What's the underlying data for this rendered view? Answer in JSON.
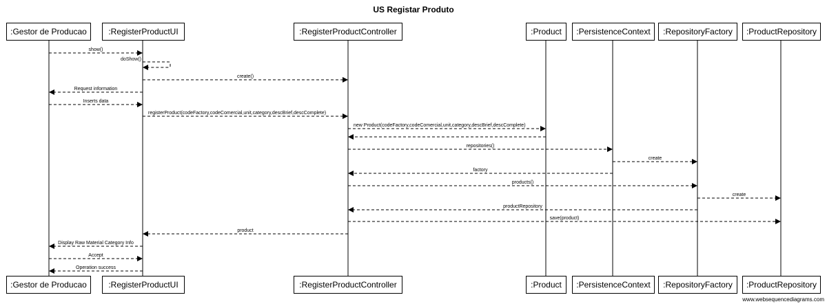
{
  "title": "US Registar Produto",
  "footer": "www.websequencediagrams.com",
  "participants": [
    {
      "id": "gestor",
      "label": ":Gestor de Producao"
    },
    {
      "id": "ui",
      "label": ":RegisterProductUI"
    },
    {
      "id": "controller",
      "label": ":RegisterProductController"
    },
    {
      "id": "product",
      "label": ":Product"
    },
    {
      "id": "persistence",
      "label": ":PersistenceContext"
    },
    {
      "id": "factory",
      "label": ":RepositoryFactory"
    },
    {
      "id": "repository",
      "label": ":ProductRepository"
    }
  ],
  "messages": [
    {
      "from": "gestor",
      "to": "ui",
      "label": "show()",
      "style": "dashed"
    },
    {
      "from": "ui",
      "to": "ui",
      "label": "doShow()",
      "style": "dashed",
      "self": true
    },
    {
      "from": "ui",
      "to": "controller",
      "label": "create()",
      "style": "dashed"
    },
    {
      "from": "ui",
      "to": "gestor",
      "label": "Request information",
      "style": "dashed"
    },
    {
      "from": "gestor",
      "to": "ui",
      "label": "Inserts data",
      "style": "dashed"
    },
    {
      "from": "ui",
      "to": "controller",
      "label": "registerProduct(codeFactory,codeComercial,unit,category,descBrief,descComplete)",
      "style": "dashed"
    },
    {
      "from": "controller",
      "to": "product",
      "label": "new Product(codeFactory,codeComercial,unit,category,descBrief,descComplete)",
      "style": "dashed"
    },
    {
      "from": "product",
      "to": "controller",
      "label": "",
      "style": "dashed"
    },
    {
      "from": "controller",
      "to": "persistence",
      "label": "repositories()",
      "style": "dashed"
    },
    {
      "from": "persistence",
      "to": "factory",
      "label": "create",
      "style": "dashed"
    },
    {
      "from": "persistence",
      "to": "controller",
      "label": "factory",
      "style": "dashed"
    },
    {
      "from": "controller",
      "to": "factory",
      "label": "products()",
      "style": "dashed"
    },
    {
      "from": "factory",
      "to": "repository",
      "label": "create",
      "style": "dashed"
    },
    {
      "from": "factory",
      "to": "controller",
      "label": "productRepository",
      "style": "dashed"
    },
    {
      "from": "controller",
      "to": "repository",
      "label": "save(product)",
      "style": "dashed"
    },
    {
      "from": "controller",
      "to": "ui",
      "label": "product",
      "style": "dashed"
    },
    {
      "from": "ui",
      "to": "gestor",
      "label": "Display Raw Material Category Info",
      "style": "dashed"
    },
    {
      "from": "gestor",
      "to": "ui",
      "label": "Accept",
      "style": "dashed"
    },
    {
      "from": "ui",
      "to": "gestor",
      "label": "Operation success",
      "style": "dashed"
    }
  ]
}
